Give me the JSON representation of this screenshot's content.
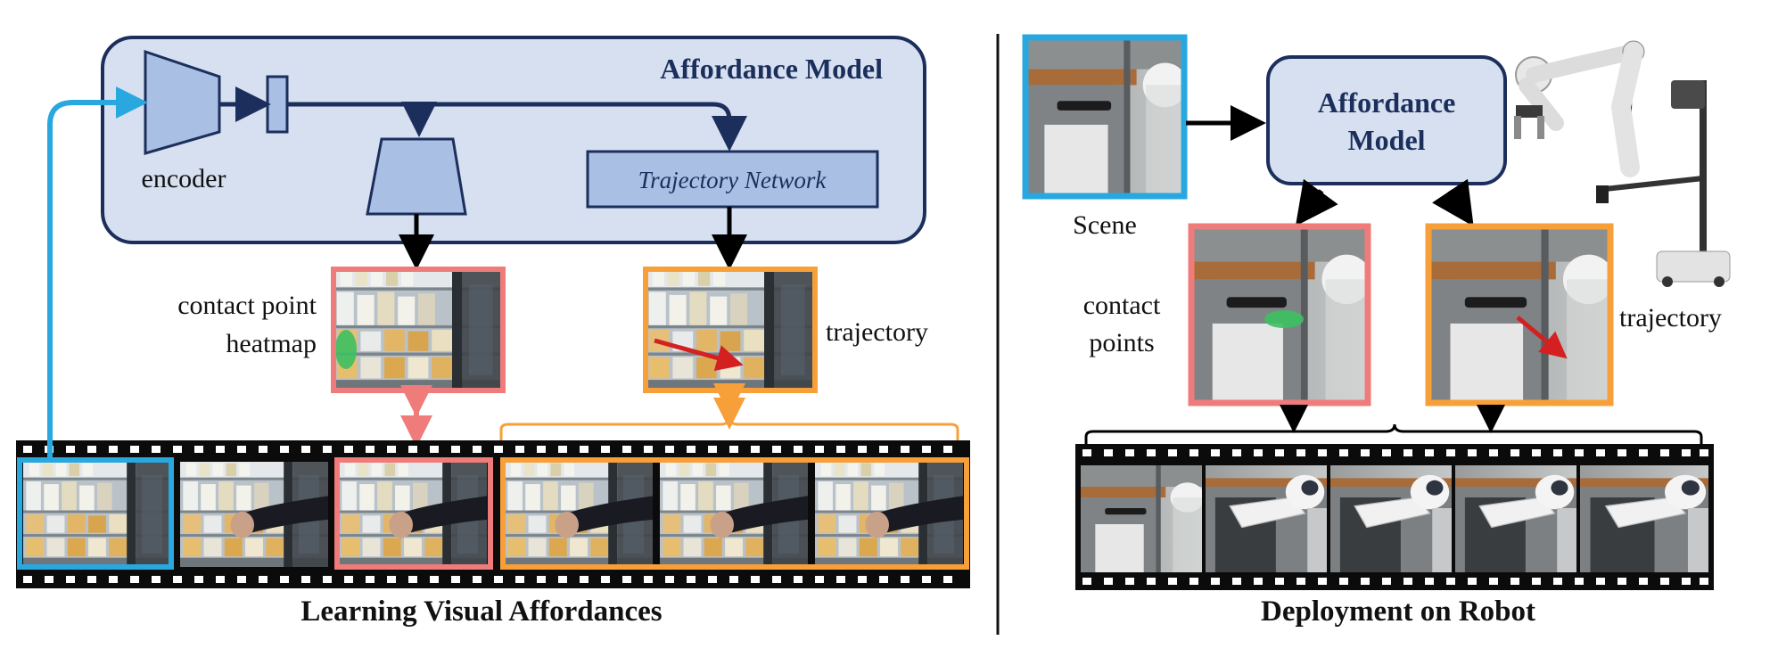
{
  "left": {
    "model_title": "Affordance Model",
    "encoder_label": "encoder",
    "trajectory_network_label": "Trajectory Network",
    "contact_label_line1": "contact point",
    "contact_label_line2": "heatmap",
    "trajectory_label": "trajectory",
    "caption": "Learning Visual Affordances"
  },
  "right": {
    "model_title_line1": "Affordance",
    "model_title_line2": "Model",
    "scene_label": "Scene",
    "contact_label_line1": "contact",
    "contact_label_line2": "points",
    "trajectory_label": "trajectory",
    "caption": "Deployment on Robot"
  },
  "colors": {
    "blue": "#29a8e0",
    "pink": "#f07b7b",
    "orange": "#f7a03a",
    "panel_fill": "#d6e0f0",
    "panel_stroke": "#1c2f5c",
    "shape_fill": "#a9bfe3",
    "title_color": "#1c2f5c"
  }
}
